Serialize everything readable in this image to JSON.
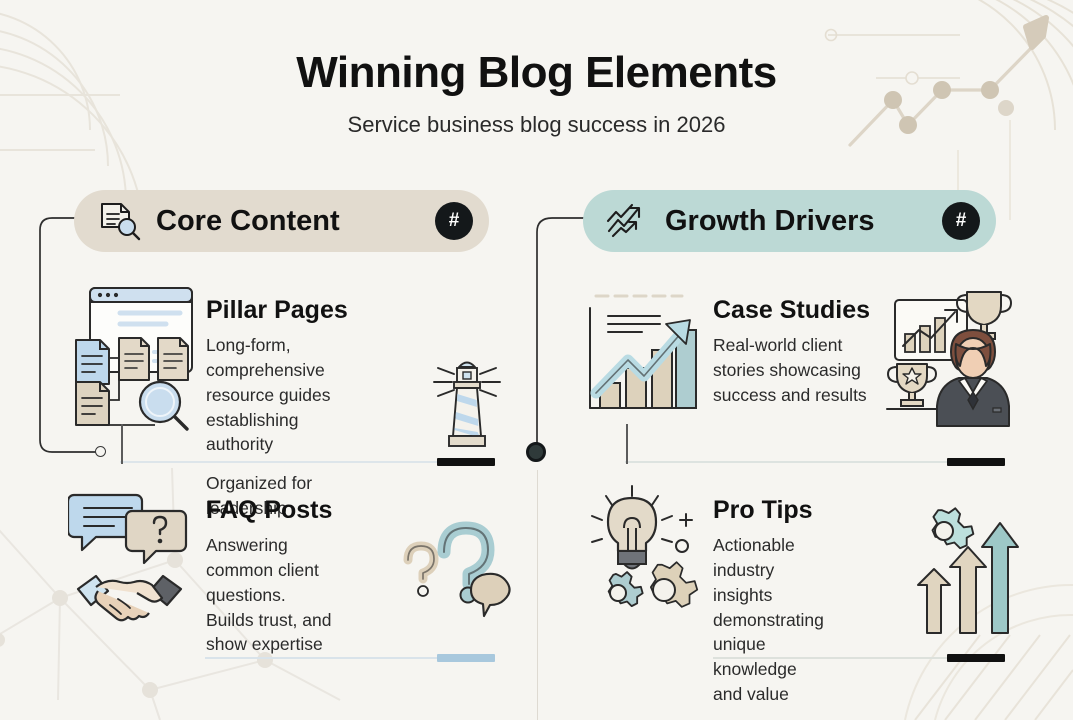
{
  "header": {
    "title": "Winning Blog Elements",
    "subtitle": "Service business blog success in 2026"
  },
  "colors": {
    "background": "#f6f5f1",
    "pill_left": "#e2dbcf",
    "pill_right": "#bcd9d5",
    "badge": "#14181a",
    "text_dark": "#111111",
    "rule_light_blue": "#a8c8dd",
    "rule_black": "#111111",
    "accent_teal": "#9cc5c2",
    "accent_beige": "#d8cdb9"
  },
  "sections": [
    {
      "id": "core-content",
      "label": "Core Content",
      "badge": "#",
      "icon": "document-search-icon",
      "cards": [
        {
          "id": "pillar-pages",
          "heading": "Pillar Pages",
          "body": "Long-form, comprehensive resource guides establishing authority",
          "body2": "Organized for leadership",
          "art": "browser-documents-magnifier-icon",
          "art2": "lighthouse-icon",
          "rule_cap_color": "#111111"
        },
        {
          "id": "faq-posts",
          "heading": "FAQ Posts",
          "body": "Answering common client questions. Builds trust, and show expertise",
          "body2": "",
          "art": "speech-bubbles-handshake-icon",
          "art2": "question-marks-icon",
          "rule_cap_color": "#a8c8dd"
        }
      ]
    },
    {
      "id": "growth-drivers",
      "label": "Growth Drivers",
      "badge": "#",
      "icon": "growth-arrows-icon",
      "cards": [
        {
          "id": "case-studies",
          "heading": "Case Studies",
          "body": "Real-world client stories showcasing success and results",
          "body2": "",
          "art": "bar-chart-growth-icon",
          "art2": "trophy-businesswoman-icon",
          "rule_cap_color": "#111111"
        },
        {
          "id": "pro-tips",
          "heading": "Pro Tips",
          "body": "Actionable industry insights demonstrating unique knowledge and value",
          "body2": "",
          "art": "lightbulb-gears-icon",
          "art2": "upward-arrows-gear-icon",
          "rule_cap_color": "#111111"
        }
      ]
    }
  ]
}
